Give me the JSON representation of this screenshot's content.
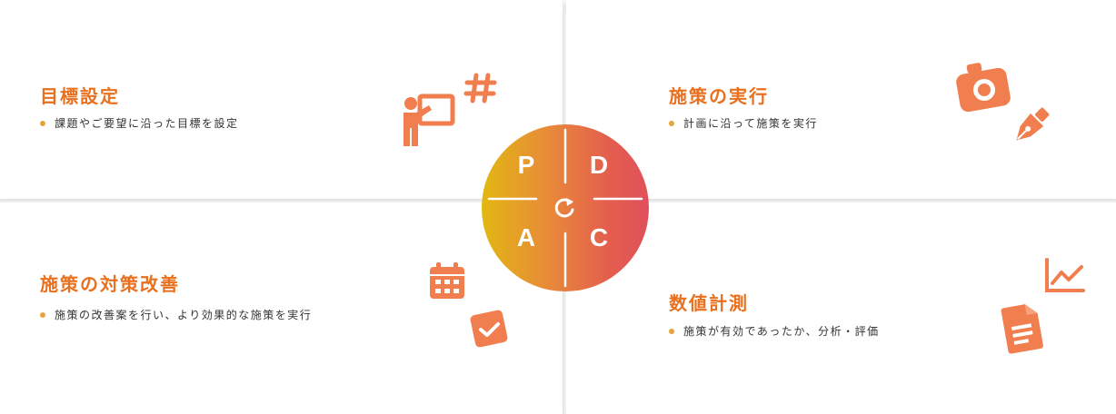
{
  "quadrants": {
    "plan": {
      "title": "目標設定",
      "bullet": "課題やご要望に沿った目標を設定",
      "icons": [
        "presenter-icon",
        "hashtag-icon"
      ]
    },
    "do": {
      "title": "施策の実行",
      "bullet": "計画に沿って施策を実行",
      "icons": [
        "camera-icon",
        "pen-nib-icon"
      ]
    },
    "act": {
      "title": "施策の対策改善",
      "bullet": "施策の改善案を行い、より効果的な施策を実行",
      "icons": [
        "calendar-icon",
        "checkmark-icon"
      ]
    },
    "check": {
      "title": "数値計測",
      "bullet": "施策が有効であったか、分析・評価",
      "icons": [
        "trend-chart-icon",
        "document-icon"
      ]
    }
  },
  "cycle": {
    "letters": {
      "p": "P",
      "d": "D",
      "a": "A",
      "c": "C"
    },
    "center_icon": "refresh-icon"
  },
  "colors": {
    "heading": "#e8701e",
    "icon": "#f07e4e",
    "bullet_dot": "#e8a13b",
    "cycle_gradient": [
      "#e2b712",
      "#e88a39",
      "#e45f4e",
      "#e0505a"
    ]
  }
}
